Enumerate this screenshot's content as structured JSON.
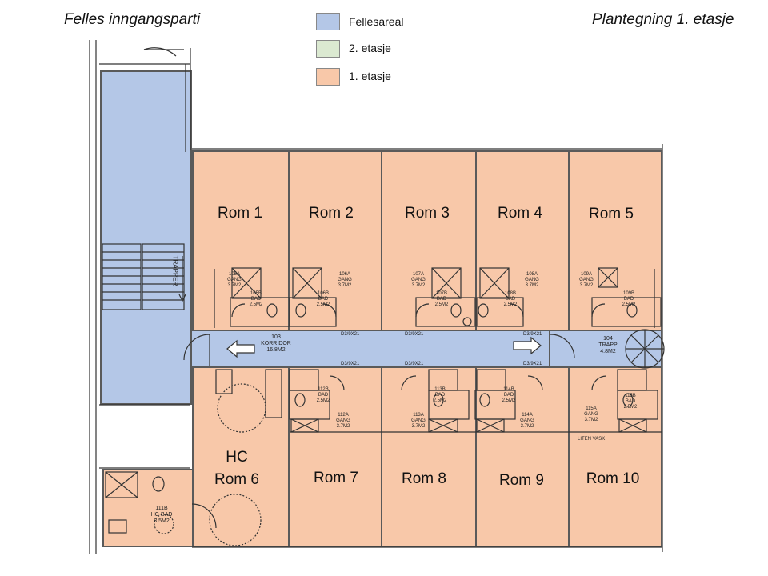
{
  "header": {
    "left_title": "Felles inngangsparti",
    "right_title": "Plantegning 1. etasje"
  },
  "legend": [
    {
      "label": "Fellesareal",
      "color": "#b4c7e7"
    },
    {
      "label": "2. etasje",
      "color": "#dbe9d1"
    },
    {
      "label": "1. etasje",
      "color": "#f8c8a9"
    }
  ],
  "rooms": {
    "r1": "Rom 1",
    "r2": "Rom 2",
    "r3": "Rom 3",
    "r4": "Rom 4",
    "r5": "Rom 5",
    "r6_line1": "HC",
    "r6_line2": "Rom 6",
    "r7": "Rom 7",
    "r8": "Rom 8",
    "r9": "Rom 9",
    "r10": "Rom 10"
  },
  "corridor": {
    "line1": "103",
    "line2": "KORRIDOR",
    "line3": "16.8M2"
  },
  "stair": {
    "line1": "104",
    "line2": "TRAPP",
    "line3": "4.8M2",
    "vertical": "TRAPPER"
  },
  "hc_bath": {
    "line1": "111B",
    "line2": "HC-BAD",
    "line3": "8.5M2"
  },
  "small_labels": {
    "top_gang_1": "105A GANG 3.7M2",
    "top_bad_1": "105B BAD 2.5M2",
    "top_gang_2": "106A GANG 3.7M2",
    "top_bad_2": "106B BAD 2.5M2",
    "top_gang_3": "107A GANG 3.7M2",
    "top_bad_3": "107B BAD 2.5M2",
    "top_gang_4": "108A GANG 3.7M2",
    "top_bad_4": "108B BAD 2.5M2",
    "top_gang_5": "109A GANG 3.7M2",
    "top_bad_5": "109B BAD 2.5M2",
    "bot_bad_7": "112B BAD 2.5M2",
    "bot_gang_7": "112A GANG 3.7M2",
    "bot_bad_8": "113B BAD 2.5M2",
    "bot_gang_8": "113A GANG 3.7M2",
    "bot_bad_9": "114B BAD 2.5M2",
    "bot_gang_9": "114A GANG 3.7M2",
    "bot_bad_10": "115B BAD 2.5M2",
    "bot_gang_10": "115A GANG 3.7M2",
    "liten_vask": "LITEN VASK",
    "door_code": "D3/9X21"
  }
}
